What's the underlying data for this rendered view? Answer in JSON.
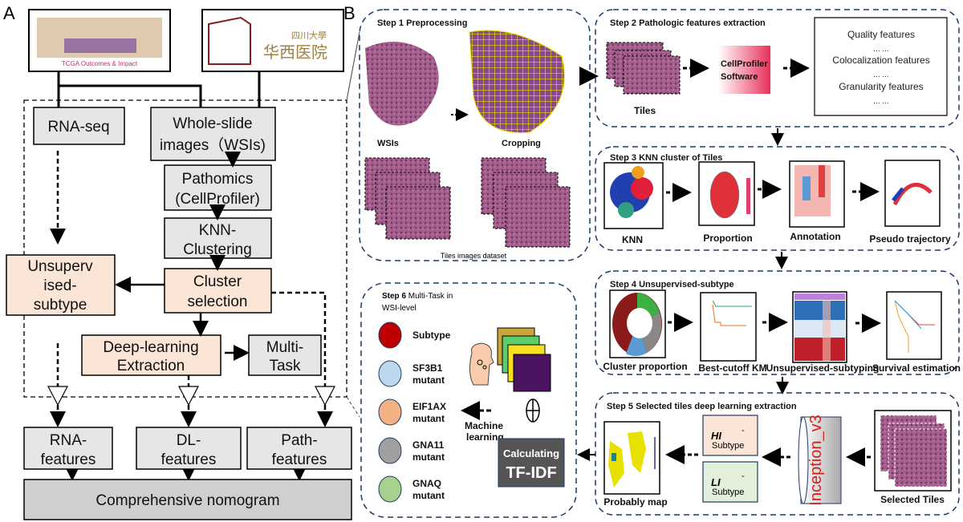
{
  "panels": {
    "a": "A",
    "b": "B"
  },
  "logos": {
    "tcga": "TCGA Outcomes & Impact",
    "hospital": "华西医院",
    "hospital_top": "四川大學"
  },
  "panel_a": {
    "rna_seq": "RNA-seq",
    "wsi": [
      "Whole-slide",
      "images（WSIs)"
    ],
    "pathomics": [
      "Pathomics",
      "(CellProfiler)"
    ],
    "knn": [
      "KNN-",
      "Clustering"
    ],
    "cluster_selection": [
      "Cluster",
      "selection"
    ],
    "unsupervised": [
      "Unsuperv",
      "ised-",
      "subtype"
    ],
    "deep_learning": [
      "Deep-learning",
      "Extraction"
    ],
    "multi_task": [
      "Multi-",
      "Task"
    ],
    "rna_features": [
      "RNA-",
      "features"
    ],
    "dl_features": [
      "DL-",
      "features"
    ],
    "path_features": [
      "Path-",
      "features"
    ],
    "nomogram": "Comprehensive nomogram"
  },
  "step1": {
    "title": "Step 1 Preprocessing",
    "wsis": "WSIs",
    "cropping": "Cropping",
    "dataset": "Tiles images dataset"
  },
  "step2": {
    "title": "Step 2  Pathologic features extraction",
    "tiles": "Tiles",
    "software": [
      "CellProfiler",
      "Software"
    ],
    "features": [
      "Quality features",
      "... ...",
      "Colocalization features",
      "... ...",
      "Granularity features",
      "... ..."
    ]
  },
  "step3": {
    "title": "Step 3 KNN cluster of Tiles",
    "items": [
      "KNN",
      "Proportion",
      "Annotation",
      "Pseudo trajectory"
    ]
  },
  "step4": {
    "title": "Step 4  Unsupervised-subtype",
    "items": [
      "Cluster proportion",
      "Best-cutoff KM",
      "Unsupervised-subtyping",
      "Survival estimation"
    ]
  },
  "step5": {
    "title": "Step 5 Selected tiles  deep learning extraction",
    "map": "Probably map",
    "hi": "HI",
    "li": "LI",
    "subtype": "Subtype",
    "dash": "-",
    "inception": "Inception_v3",
    "selected": "Selected Tiles"
  },
  "step6": {
    "title_bold": "Step 6",
    "title_rest": " Multi-Task  in",
    "title_line2": "WSI-level",
    "tasks": [
      {
        "label": [
          "Subtype"
        ],
        "color": "#c00000"
      },
      {
        "label": [
          "SF3B1",
          "mutant"
        ],
        "color": "#bdd7ee"
      },
      {
        "label": [
          "EIF1AX",
          "mutant"
        ],
        "color": "#f4b183"
      },
      {
        "label": [
          "GNA11",
          "mutant"
        ],
        "color": "#a0a0a0"
      },
      {
        "label": [
          "GNAQ",
          "mutant"
        ],
        "color": "#a9d18e"
      }
    ],
    "ml": [
      "Machine",
      "learning"
    ],
    "tfidf": [
      "Calculating",
      "TF-IDF"
    ]
  },
  "colors": {
    "peach": "#fbe5d6",
    "gray": "#e7e6e6",
    "dark_gray": "#d0cece",
    "navy_dash": "#1f3864",
    "hi_box": "#fbe5d6",
    "li_box": "#e2efda"
  }
}
